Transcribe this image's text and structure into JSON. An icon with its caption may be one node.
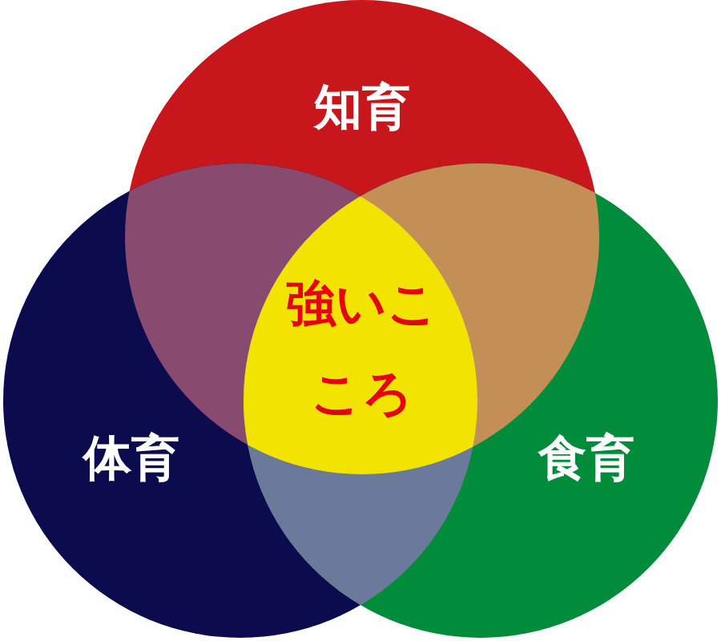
{
  "diagram": {
    "nodes": [
      {
        "text": [
          "知育"
        ]
      },
      {
        "text": [
          "体育"
        ]
      },
      {
        "text": [
          "食育"
        ]
      },
      {
        "text": [
          "強いこころ"
        ]
      }
    ]
  }
}
